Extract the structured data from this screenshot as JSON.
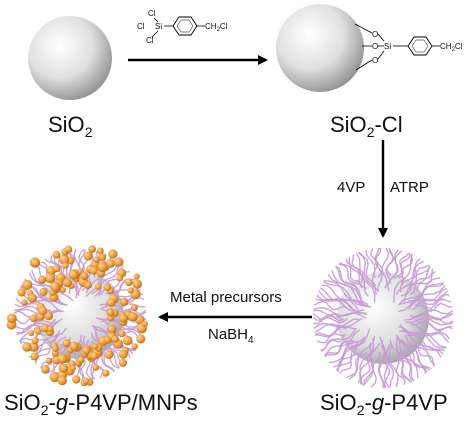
{
  "labels": {
    "sio2": "SiO",
    "sio2_sub": "2",
    "sio2cl_pre": "SiO",
    "sio2cl_sub": "2",
    "sio2cl_post": "-Cl",
    "p4vp_pre": "SiO",
    "p4vp_sub": "2",
    "p4vp_dash1": "-",
    "p4vp_g": "g",
    "p4vp_post": "-P4VP",
    "mnp_pre": "SiO",
    "mnp_sub": "2",
    "mnp_dash1": "-",
    "mnp_g": "g",
    "mnp_post": "-P4VP/MNPs"
  },
  "reagents": {
    "step1": {
      "cl_top": "Cl",
      "cl_left": "Cl",
      "si": "Si",
      "cl_bottom": "Cl",
      "ch2cl": "CH",
      "ch2cl_sub": "2",
      "ch2cl_post": "Cl"
    },
    "step2_left": "4VP",
    "step2_right": "ATRP",
    "step3_top": "Metal precursors",
    "step3_bottom_pre": "NaBH",
    "step3_bottom_sub": "4"
  },
  "surface_group": {
    "o1": "O",
    "o2": "O",
    "o3": "O",
    "si": "Si",
    "ch2cl": "CH",
    "ch2cl_sub": "2",
    "ch2cl_post": "Cl"
  },
  "colors": {
    "sphere_light": "#f4f4f4",
    "sphere_dark": "#9a9a9a",
    "brush": "#c79ad6",
    "particle": "#e8a040",
    "arrow": "#000000"
  }
}
